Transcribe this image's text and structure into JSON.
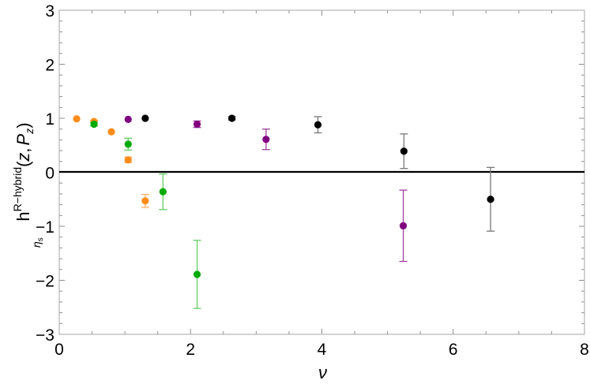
{
  "chart_data": {
    "type": "scatter",
    "title": "",
    "xlabel": "ν",
    "ylabel": "h_{η_s}^{R−hybrid}(z, P_z)",
    "ylabel_parts": {
      "base": "h",
      "superscript": "R−hybrid",
      "subscript": "η",
      "subsubscript": "s",
      "args_open": "(",
      "arg1": "z",
      "comma": ",",
      "arg2": "P",
      "arg2_sub": "z",
      "args_close": ")"
    },
    "xlim": [
      0,
      8
    ],
    "ylim": [
      -3,
      3
    ],
    "xticks": [
      0,
      2,
      4,
      6,
      8
    ],
    "yticks": [
      -3,
      -2,
      -1,
      0,
      1,
      2,
      3
    ],
    "xtick_labels": [
      "0",
      "2",
      "4",
      "6",
      "8"
    ],
    "ytick_labels": [
      "−3",
      "−2",
      "−1",
      "0",
      "1",
      "2",
      "3"
    ],
    "grid": false,
    "legend": null,
    "reference_line": {
      "y": 0,
      "color": "#000000"
    },
    "series": [
      {
        "name": "orange",
        "color": "#FF8C1A",
        "error_color": "#FFB060",
        "points": [
          {
            "x": 0.265,
            "y": 0.99,
            "err": 0.0
          },
          {
            "x": 0.53,
            "y": 0.94,
            "err": 0.02
          },
          {
            "x": 0.795,
            "y": 0.75,
            "err": 0.0
          },
          {
            "x": 1.05,
            "y": 0.23,
            "err": 0.05
          },
          {
            "x": 1.31,
            "y": -0.53,
            "err": 0.12
          }
        ]
      },
      {
        "name": "green",
        "color": "#00AA00",
        "error_color": "#66CC66",
        "points": [
          {
            "x": 0.53,
            "y": 0.89,
            "err": 0.03
          },
          {
            "x": 1.05,
            "y": 0.52,
            "err": 0.11
          },
          {
            "x": 1.58,
            "y": -0.36,
            "err": 0.33
          },
          {
            "x": 2.1,
            "y": -1.89,
            "err": 0.63
          }
        ]
      },
      {
        "name": "purple",
        "color": "#800080",
        "error_color": "#A040A0",
        "points": [
          {
            "x": 1.05,
            "y": 0.98,
            "err": 0.0
          },
          {
            "x": 2.1,
            "y": 0.89,
            "err": 0.06
          },
          {
            "x": 3.15,
            "y": 0.61,
            "err": 0.19
          },
          {
            "x": 5.24,
            "y": -0.99,
            "err": 0.66
          }
        ]
      },
      {
        "name": "black",
        "color": "#000000",
        "error_color": "#777777",
        "points": [
          {
            "x": 1.31,
            "y": 1.0,
            "err": 0.0
          },
          {
            "x": 2.63,
            "y": 1.0,
            "err": 0.03
          },
          {
            "x": 3.94,
            "y": 0.88,
            "err": 0.15
          },
          {
            "x": 5.25,
            "y": 0.39,
            "err": 0.32
          },
          {
            "x": 6.57,
            "y": -0.5,
            "err": 0.59
          }
        ]
      }
    ]
  }
}
